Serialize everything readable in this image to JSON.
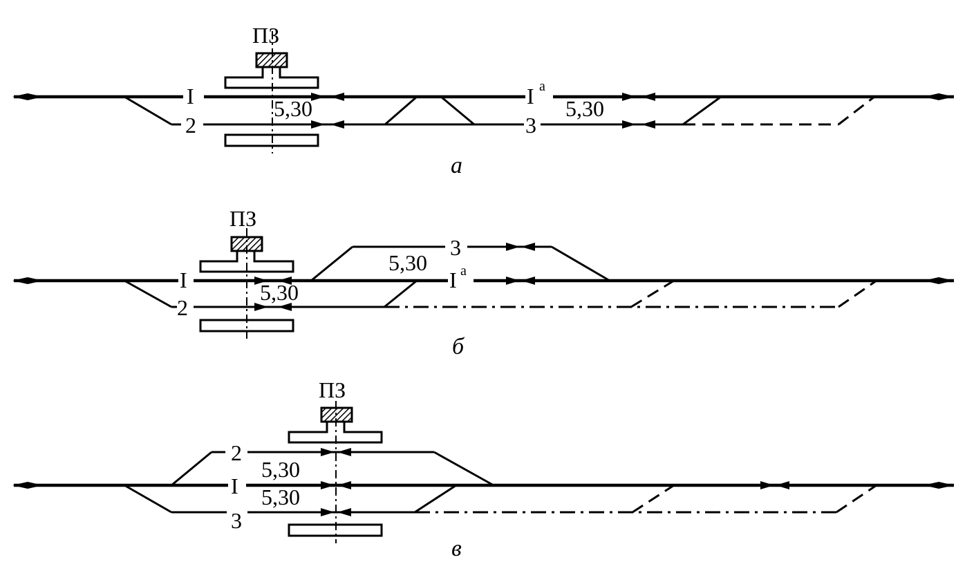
{
  "station_building_label": "ПЗ",
  "distance_label": "5,30",
  "track_labels": {
    "main": "I",
    "main_a": "I",
    "main_a_sup": "а",
    "two": "2",
    "three": "3"
  },
  "captions": {
    "a": "а",
    "b": "б",
    "c": "в"
  },
  "colors": {
    "ink": "#000000",
    "background": "#ffffff"
  }
}
